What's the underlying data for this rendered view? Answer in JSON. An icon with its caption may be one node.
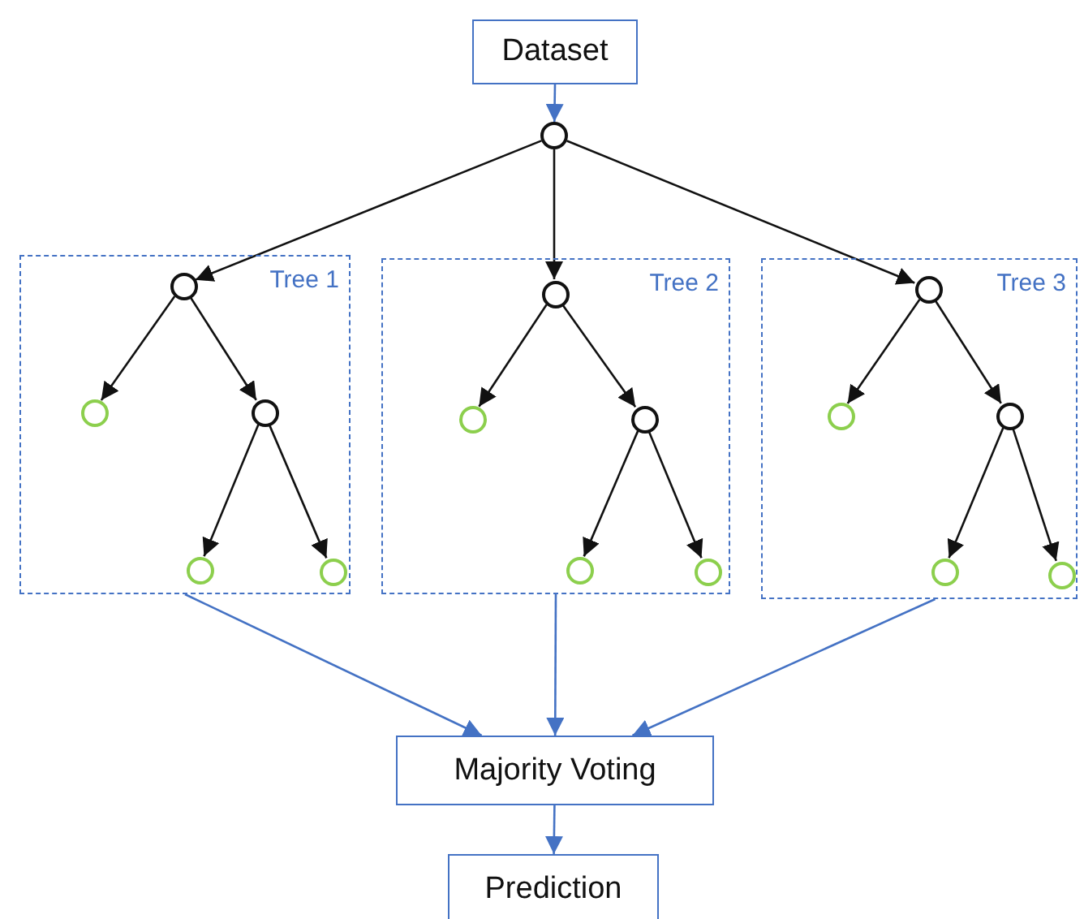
{
  "diagram": {
    "nodes": [
      {
        "text": [
          "Dataset"
        ]
      },
      {
        "text": [],
        "shape": "circle"
      },
      {
        "text": [
          "Tree 1"
        ]
      },
      {
        "text": [],
        "shape": "circle",
        "in": 2
      },
      {
        "text": [],
        "shape": "circle",
        "in": 2
      },
      {
        "text": [],
        "shape": "circle",
        "in": 2
      },
      {
        "text": [],
        "shape": "circle",
        "in": 2
      },
      {
        "text": [],
        "shape": "circle",
        "in": 2
      },
      {
        "text": [
          "Tree 2"
        ]
      },
      {
        "text": [],
        "shape": "circle",
        "in": 8
      },
      {
        "text": [],
        "shape": "circle",
        "in": 8
      },
      {
        "text": [],
        "shape": "circle",
        "in": 8
      },
      {
        "text": [],
        "shape": "circle",
        "in": 8
      },
      {
        "text": [],
        "shape": "circle",
        "in": 8
      },
      {
        "text": [
          "Tree 3"
        ]
      },
      {
        "text": [],
        "shape": "circle",
        "in": 14
      },
      {
        "text": [],
        "shape": "circle",
        "in": 14
      },
      {
        "text": [],
        "shape": "circle",
        "in": 14
      },
      {
        "text": [],
        "shape": "circle",
        "in": 14
      },
      {
        "text": [],
        "shape": "circle",
        "in": 14
      },
      {
        "text": [
          "Majority Voting"
        ]
      },
      {
        "text": [
          "Prediction"
        ]
      }
    ],
    "edges": [
      {
        "from": 0,
        "to": 1,
        "arrow": "to",
        "color": "#4472c4"
      },
      {
        "from": 1,
        "to": 3,
        "arrow": "to"
      },
      {
        "from": 1,
        "to": 9,
        "arrow": "to"
      },
      {
        "from": 1,
        "to": 15,
        "arrow": "to"
      },
      {
        "from": 3,
        "to": 4,
        "arrow": "to"
      },
      {
        "from": 3,
        "to": 5,
        "arrow": "to"
      },
      {
        "from": 5,
        "to": 6,
        "arrow": "to"
      },
      {
        "from": 5,
        "to": 7,
        "arrow": "to"
      },
      {
        "from": 9,
        "to": 10,
        "arrow": "to"
      },
      {
        "from": 9,
        "to": 11,
        "arrow": "to"
      },
      {
        "from": 11,
        "to": 12,
        "arrow": "to"
      },
      {
        "from": 11,
        "to": 13,
        "arrow": "to"
      },
      {
        "from": 15,
        "to": 16,
        "arrow": "to"
      },
      {
        "from": 15,
        "to": 17,
        "arrow": "to"
      },
      {
        "from": 17,
        "to": 18,
        "arrow": "to"
      },
      {
        "from": 17,
        "to": 19,
        "arrow": "to"
      },
      {
        "from": 2,
        "to": 20,
        "arrow": "to",
        "color": "#4472c4"
      },
      {
        "from": 8,
        "to": 20,
        "arrow": "to",
        "color": "#4472c4"
      },
      {
        "from": 14,
        "to": 20,
        "arrow": "to",
        "color": "#4472c4"
      },
      {
        "from": 20,
        "to": 21,
        "arrow": "to",
        "color": "#4472c4"
      }
    ]
  }
}
